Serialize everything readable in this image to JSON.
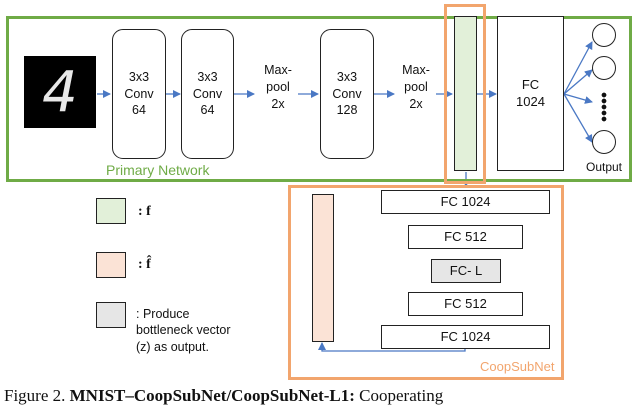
{
  "colors": {
    "primary_border": "#6fab46",
    "coop_border": "#f2a56d",
    "f_fill": "#e2f0d9",
    "fhat_fill": "#fbe3d6",
    "bottleneck_fill": "#e6e6e6",
    "arrow": "#4a78c4"
  },
  "primary": {
    "input_digit": "4",
    "conv1": "3x3\nConv\n64",
    "conv2": "3x3\nConv\n64",
    "pool1": "Max-\npool\n2x",
    "conv3": "3x3\nConv\n128",
    "pool2": "Max-\npool\n2x",
    "fc": "FC\n1024",
    "output_label": "Output",
    "network_label": "Primary Network"
  },
  "legend": {
    "f_label": ": f",
    "fhat_label": ": f̂",
    "bottleneck_label": ": Produce\nbottleneck vector\n(z) as output."
  },
  "coop": {
    "layers": [
      "FC 1024",
      "FC 512",
      "FC- L",
      "FC 512",
      "FC 1024"
    ],
    "label": "CoopSubNet"
  },
  "caption": {
    "prefix": "Figure 2. ",
    "bold": "MNIST–CoopSubNet/CoopSubNet-L1:",
    "rest": " Cooperating"
  }
}
